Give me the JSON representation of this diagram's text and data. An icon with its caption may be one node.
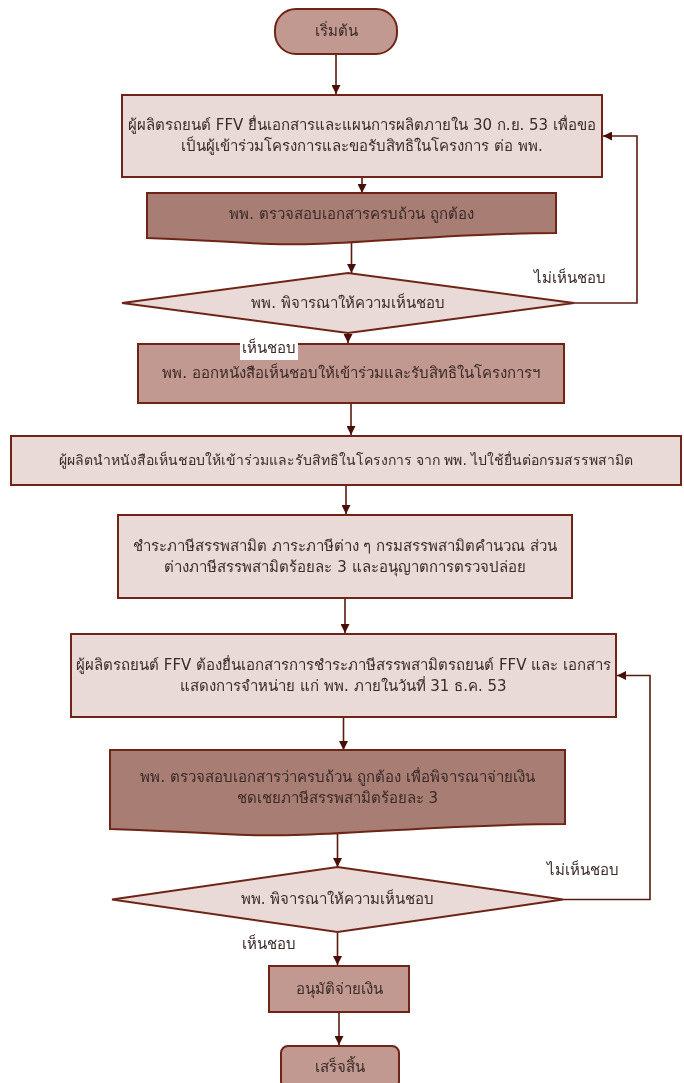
{
  "diagram": {
    "nodes": [
      {
        "text": [
          "เริ่มต้น"
        ]
      },
      {
        "text": [
          "ผู้ผลิตรถยนต์ FFV ยื่นเอกสารและแผนการผลิตภายใน 30 ก.ย. 53 เพื่อขอเป็นผู้เข้าร่วมโครงการและขอรับสิทธิในโครงการ ต่อ พพ."
        ]
      },
      {
        "text": [
          "พพ. ตรวจสอบเอกสารครบถ้วน ถูกต้อง"
        ]
      },
      {
        "text": [
          "พพ. พิจารณาให้ความเห็นชอบ"
        ]
      },
      {
        "text": [
          "พพ. ออกหนังสือเห็นชอบให้เข้าร่วมและรับสิทธิในโครงการฯ"
        ]
      },
      {
        "text": [
          "ผู้ผลิตนำหนังสือเห็นชอบให้เข้าร่วมและรับสิทธิในโครงการ จาก พพ. ไปใช้ยื่นต่อกรมสรรพสามิต"
        ]
      },
      {
        "text": [
          "ชำระภาษีสรรพสามิต  ภาระภาษีต่าง ๆ กรมสรรพสามิตคำนวณ ส่วนต่างภาษีสรรพสามิตร้อยละ 3 และอนุญาตการตรวจปล่อย"
        ]
      },
      {
        "text": [
          "ผู้ผลิตรถยนต์ FFV ต้องยื่นเอกสารการชำระภาษีสรรพสามิตรถยนต์ FFV และ เอกสารแสดงการจำหน่าย แก่ พพ. ภายในวันที่ 31 ธ.ค. 53"
        ]
      },
      {
        "text": [
          "พพ. ตรวจสอบเอกสารว่าครบถ้วน ถูกต้อง เพื่อพิจารณาจ่ายเงินชดเชยภาษีสรรพสามิตร้อยละ 3"
        ]
      },
      {
        "text": [
          "พพ. พิจารณาให้ความเห็นชอบ"
        ]
      },
      {
        "text": [
          "อนุมัติจ่ายเงิน"
        ]
      },
      {
        "text": [
          "เสร็จสิ้น"
        ]
      }
    ],
    "edges": [
      {
        "from": 0,
        "to": 1,
        "arrow": "to"
      },
      {
        "from": 1,
        "to": 2,
        "arrow": "to"
      },
      {
        "from": 2,
        "to": 3,
        "arrow": "to"
      },
      {
        "from": 3,
        "to": 1,
        "arrow": "to",
        "label": "ไม่เห็นชอบ"
      },
      {
        "from": 3,
        "to": 4,
        "arrow": "to",
        "label": "เห็นชอบ"
      },
      {
        "from": 4,
        "to": 5,
        "arrow": "to"
      },
      {
        "from": 5,
        "to": 6,
        "arrow": "to"
      },
      {
        "from": 6,
        "to": 7,
        "arrow": "to"
      },
      {
        "from": 7,
        "to": 8,
        "arrow": "to"
      },
      {
        "from": 8,
        "to": 9,
        "arrow": "to"
      },
      {
        "from": 9,
        "to": 7,
        "arrow": "to",
        "label": "ไม่เห็นชอบ"
      },
      {
        "from": 9,
        "to": 10,
        "arrow": "to",
        "label": "เห็นชอบ"
      },
      {
        "from": 10,
        "to": 11,
        "arrow": "to"
      }
    ]
  }
}
